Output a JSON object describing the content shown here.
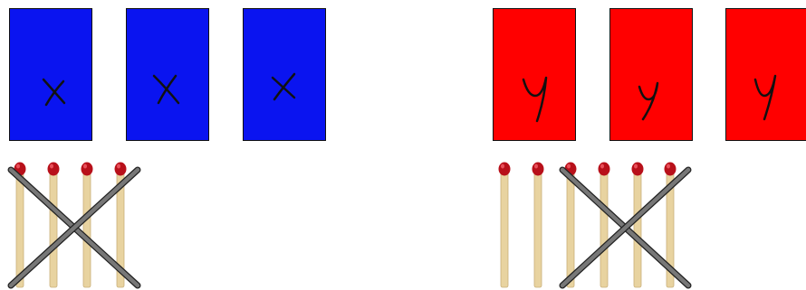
{
  "cards": {
    "left": {
      "color": "#0a14f0",
      "letters": [
        "x",
        "x",
        "x"
      ]
    },
    "right": {
      "color": "#ff0000",
      "letters": [
        "y",
        "y",
        "y"
      ]
    }
  },
  "matchsticks": {
    "left_count": 4,
    "left_crossed_out": 4,
    "right_count": 6,
    "right_crossed_out": 4,
    "stick_color": "#e8d3a0",
    "head_color": "#b8101a",
    "cross_color": "#777777"
  }
}
